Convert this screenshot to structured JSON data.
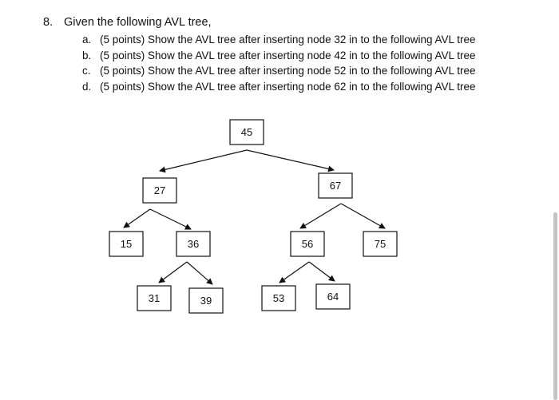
{
  "question": {
    "number": "8.",
    "prompt": "Given the following AVL tree,",
    "parts": [
      {
        "letter": "a.",
        "text": "(5 points) Show the AVL tree after inserting node 32 in to the following AVL tree"
      },
      {
        "letter": "b.",
        "text": "(5 points) Show the AVL tree after inserting node 42 in to the following AVL tree"
      },
      {
        "letter": "c.",
        "text": "(5 points) Show the AVL tree after inserting node 52 in to the following AVL tree"
      },
      {
        "letter": "d.",
        "text": "(5 points) Show the AVL tree after inserting node 62 in to the following AVL tree"
      }
    ]
  },
  "tree": {
    "nodes": [
      {
        "id": "n45",
        "value": "45"
      },
      {
        "id": "n27",
        "value": "27"
      },
      {
        "id": "n67",
        "value": "67"
      },
      {
        "id": "n15",
        "value": "15"
      },
      {
        "id": "n36",
        "value": "36"
      },
      {
        "id": "n56",
        "value": "56"
      },
      {
        "id": "n75",
        "value": "75"
      },
      {
        "id": "n31",
        "value": "31"
      },
      {
        "id": "n39",
        "value": "39"
      },
      {
        "id": "n53",
        "value": "53"
      },
      {
        "id": "n64",
        "value": "64"
      }
    ],
    "edges": [
      {
        "from": "n45",
        "to": "n27"
      },
      {
        "from": "n45",
        "to": "n67"
      },
      {
        "from": "n27",
        "to": "n15"
      },
      {
        "from": "n27",
        "to": "n36"
      },
      {
        "from": "n67",
        "to": "n56"
      },
      {
        "from": "n67",
        "to": "n75"
      },
      {
        "from": "n36",
        "to": "n31"
      },
      {
        "from": "n36",
        "to": "n39"
      },
      {
        "from": "n56",
        "to": "n53"
      },
      {
        "from": "n56",
        "to": "n64"
      }
    ]
  }
}
